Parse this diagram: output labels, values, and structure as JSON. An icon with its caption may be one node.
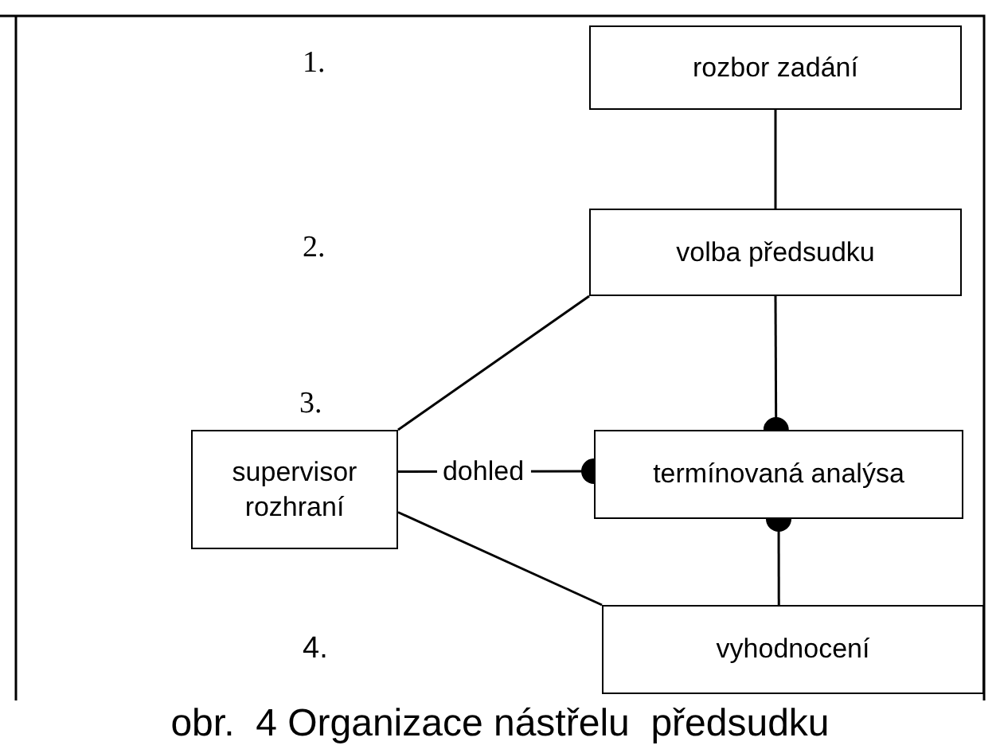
{
  "diagram": {
    "caption": "obr.  4 Organizace nástřelu  předsudku",
    "nodes": [
      {
        "text": [
          "rozbor zadání"
        ]
      },
      {
        "text": [
          "volba předsudku"
        ]
      },
      {
        "text": [
          "termínovaná analýsa"
        ]
      },
      {
        "text": [
          "supervisor rozhraní"
        ]
      },
      {
        "text": [
          "vyhodnocení"
        ]
      }
    ],
    "edges": [
      {
        "from": 0,
        "to": 1,
        "arrow": "none"
      },
      {
        "from": 1,
        "to": 2,
        "arrow": "other"
      },
      {
        "from": 1,
        "to": 3,
        "arrow": "none"
      },
      {
        "from": 3,
        "to": 2,
        "arrow": "other",
        "label": "dohled"
      },
      {
        "from": 4,
        "to": 2,
        "arrow": "other"
      },
      {
        "from": 3,
        "to": 4,
        "arrow": "none"
      }
    ],
    "labels": [
      "1.",
      "2.",
      "3.",
      "4."
    ]
  }
}
